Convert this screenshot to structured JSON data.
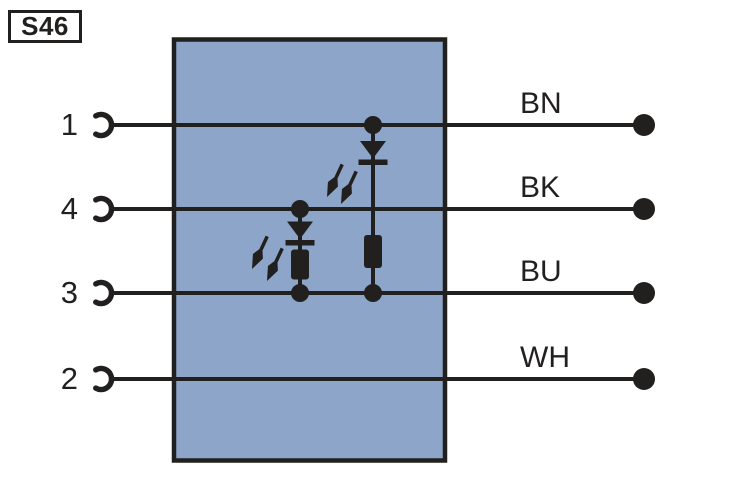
{
  "diagram": {
    "title": "S46",
    "device": {
      "fill_color": "#8CA5C9",
      "outline_color": "#221F1F",
      "background_color": "#FFFFFF"
    },
    "pins": [
      {
        "number": "1",
        "wire_color_code": "BN"
      },
      {
        "number": "4",
        "wire_color_code": "BK"
      },
      {
        "number": "3",
        "wire_color_code": "BU"
      },
      {
        "number": "2",
        "wire_color_code": "WH"
      }
    ],
    "components": [
      {
        "type": "led-with-resistor",
        "between_pins": [
          "1",
          "3"
        ]
      },
      {
        "type": "led-with-resistor",
        "between_pins": [
          "4",
          "3"
        ]
      }
    ]
  }
}
